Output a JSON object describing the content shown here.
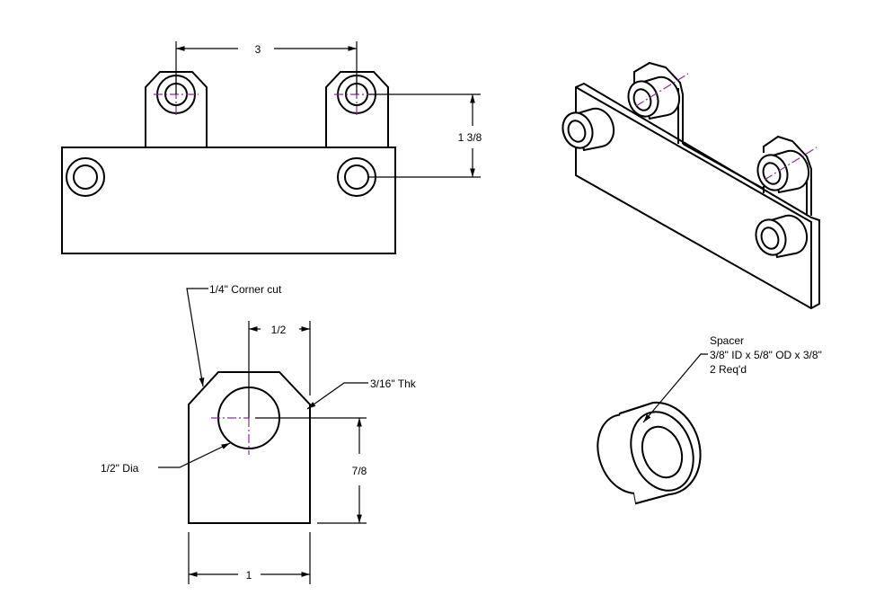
{
  "dimensions": {
    "tab_spacing": "3",
    "tab_height": "1 3/8",
    "hole_offset": "1/2",
    "hole_height": "7/8",
    "tab_width": "1"
  },
  "callouts": {
    "corner_cut": "1/4\" Corner cut",
    "thickness": "3/16\" Thk",
    "hole_dia": "1/2\" Dia"
  },
  "spacer": {
    "title": "Spacer",
    "spec": "3/8\" ID x 5/8\" OD x 3/8\"",
    "qty": "2 Req'd"
  },
  "colors": {
    "centerline": "#8a2a9a",
    "line": "#000000"
  }
}
